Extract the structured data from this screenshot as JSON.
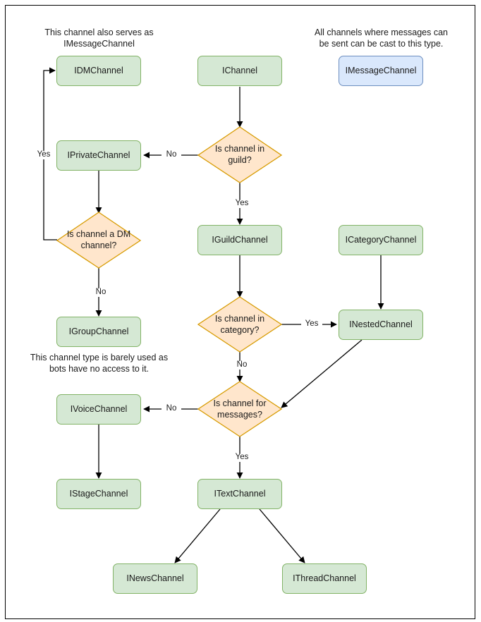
{
  "diagram": {
    "title": "Discord channel interface hierarchy flowchart",
    "colors": {
      "green_fill": "#d5e8d4",
      "green_stroke": "#82b366",
      "blue_fill": "#dae8fc",
      "blue_stroke": "#6c8ebf",
      "orange_fill": "#ffe6cc",
      "orange_stroke": "#d79b00",
      "edge_stroke": "#000000",
      "canvas_border": "#000000",
      "text": "#1a1a1a"
    },
    "notes": [
      {
        "id": "note-dm",
        "text": "This channel also serves as IMessageChannel"
      },
      {
        "id": "note-message",
        "text": "All channels where messages can be sent can be cast to this type."
      },
      {
        "id": "note-group",
        "text": "This channel type is barely used as bots have no access to it."
      }
    ],
    "nodes": [
      {
        "id": "idmchannel",
        "label": "IDMChannel",
        "shape": "box",
        "color": "green"
      },
      {
        "id": "ichannel",
        "label": "IChannel",
        "shape": "box",
        "color": "green"
      },
      {
        "id": "imessagechannel",
        "label": "IMessageChannel",
        "shape": "box",
        "color": "blue"
      },
      {
        "id": "iprivatechannel",
        "label": "IPrivateChannel",
        "shape": "box",
        "color": "green"
      },
      {
        "id": "decision-guild",
        "label": "Is channel in guild?",
        "shape": "diamond",
        "color": "orange"
      },
      {
        "id": "decision-dm",
        "label": "Is channel a DM channel?",
        "shape": "diamond",
        "color": "orange"
      },
      {
        "id": "iguildchannel",
        "label": "IGuildChannel",
        "shape": "box",
        "color": "green"
      },
      {
        "id": "icategorychannel",
        "label": "ICategoryChannel",
        "shape": "box",
        "color": "green"
      },
      {
        "id": "igroupchannel",
        "label": "IGroupChannel",
        "shape": "box",
        "color": "green"
      },
      {
        "id": "decision-category",
        "label": "Is channel in category?",
        "shape": "diamond",
        "color": "orange"
      },
      {
        "id": "inestedchannel",
        "label": "INestedChannel",
        "shape": "box",
        "color": "green"
      },
      {
        "id": "ivoicechannel",
        "label": "IVoiceChannel",
        "shape": "box",
        "color": "green"
      },
      {
        "id": "decision-messages",
        "label": "Is channel for messages?",
        "shape": "diamond",
        "color": "orange"
      },
      {
        "id": "istagechannel",
        "label": "IStageChannel",
        "shape": "box",
        "color": "green"
      },
      {
        "id": "itextchannel",
        "label": "ITextChannel",
        "shape": "box",
        "color": "green"
      },
      {
        "id": "inewschannel",
        "label": "INewsChannel",
        "shape": "box",
        "color": "green"
      },
      {
        "id": "ithreadchannel",
        "label": "IThreadChannel",
        "shape": "box",
        "color": "green"
      }
    ],
    "edge_labels": [
      {
        "id": "edge-label-guild-no",
        "text": "No"
      },
      {
        "id": "edge-label-guild-yes",
        "text": "Yes"
      },
      {
        "id": "edge-label-dm-yes",
        "text": "Yes"
      },
      {
        "id": "edge-label-dm-no",
        "text": "No"
      },
      {
        "id": "edge-label-category-yes",
        "text": "Yes"
      },
      {
        "id": "edge-label-category-no",
        "text": "No"
      },
      {
        "id": "edge-label-messages-no",
        "text": "No"
      },
      {
        "id": "edge-label-messages-yes",
        "text": "Yes"
      }
    ]
  }
}
